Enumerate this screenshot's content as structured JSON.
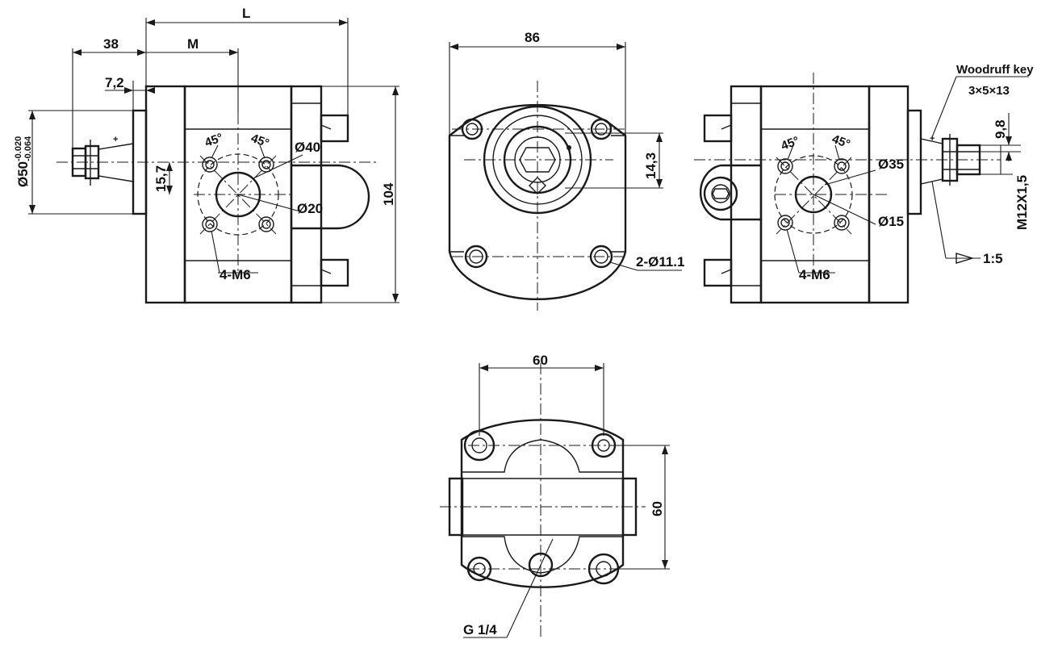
{
  "drawing": {
    "front_view": {
      "dim_L": "L",
      "dim_38": "38",
      "dim_M": "M",
      "dim_7_2": "7,2",
      "shaft_dia": "Ø50",
      "tol_upper": "-0.020",
      "tol_lower": "-0.064",
      "dim_15_7": "15,7",
      "angle_left": "45°",
      "angle_right": "45°",
      "dia_40": "Ø40",
      "dia_20": "Ø20",
      "thread": "4-M6",
      "dim_104": "104"
    },
    "end_view": {
      "dim_86": "86",
      "dim_14_3": "14,3",
      "holes": "2-Ø11.1"
    },
    "rear_view": {
      "key_title": "Woodruff key",
      "key_size": "3×5×13",
      "dim_9_8": "9,8",
      "angle_left": "45°",
      "angle_right": "45°",
      "dia_35": "Ø35",
      "dia_15": "Ø15",
      "thread_shaft": "M12X1,5",
      "taper": "1:5",
      "thread": "4-M6"
    },
    "bottom_view": {
      "dim_60_h": "60",
      "dim_60_v": "60",
      "port": "G 1/4"
    }
  }
}
